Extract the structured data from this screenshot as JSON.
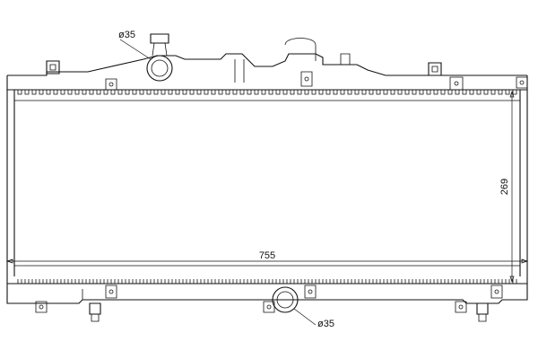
{
  "dimensions": {
    "width": "755",
    "height": "269",
    "inlet_diameter": "ø35",
    "outlet_diameter": "ø35"
  },
  "colors": {
    "line": "#111111",
    "background": "#ffffff"
  }
}
